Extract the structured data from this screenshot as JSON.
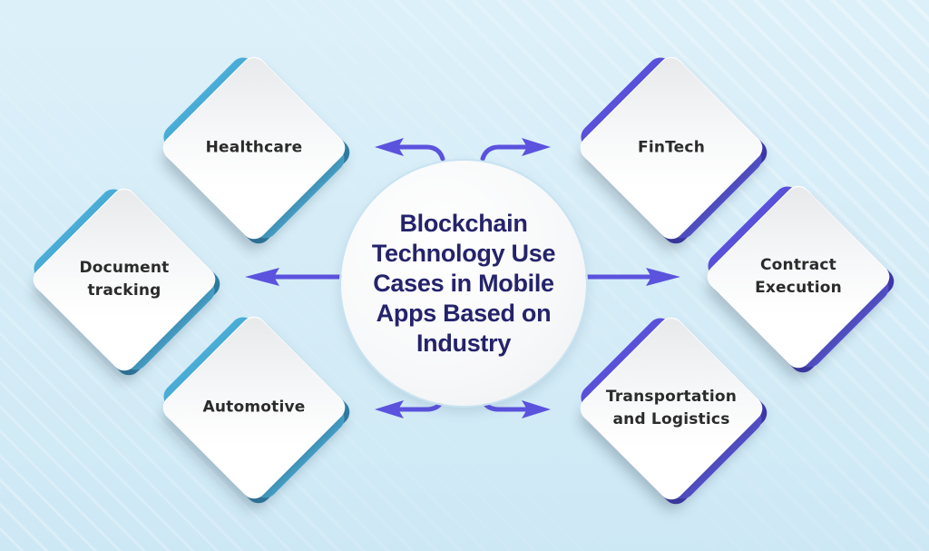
{
  "diagram": {
    "center": {
      "title": "Blockchain\nTechnology Use\nCases in Mobile\nApps Based on\nIndustry"
    },
    "nodes": [
      {
        "id": "healthcare",
        "label": "Healthcare",
        "side": "left",
        "position": "top",
        "color": "#4aaed8"
      },
      {
        "id": "document-tracking",
        "label": "Document\ntracking",
        "side": "left",
        "position": "middle",
        "color": "#4aaed8"
      },
      {
        "id": "automotive",
        "label": "Automotive",
        "side": "left",
        "position": "bottom",
        "color": "#4aaed8"
      },
      {
        "id": "fintech",
        "label": "FinTech",
        "side": "right",
        "position": "top",
        "color": "#5a52dc"
      },
      {
        "id": "contract-execution",
        "label": "Contract\nExecution",
        "side": "right",
        "position": "middle",
        "color": "#5a52dc"
      },
      {
        "id": "transportation-logistics",
        "label": "Transportation\nand Logistics",
        "side": "right",
        "position": "bottom",
        "color": "#5a52dc"
      }
    ],
    "arrows": [
      {
        "from": "center",
        "to": "healthcare",
        "style": "curved"
      },
      {
        "from": "center",
        "to": "fintech",
        "style": "curved"
      },
      {
        "from": "center",
        "to": "document-tracking",
        "style": "straight"
      },
      {
        "from": "center",
        "to": "contract-execution",
        "style": "straight"
      },
      {
        "from": "center",
        "to": "automotive",
        "style": "curved"
      },
      {
        "from": "center",
        "to": "transportation-logistics",
        "style": "curved"
      }
    ],
    "colors": {
      "arrow": "#5b52de",
      "left_accent": "#4aaed8",
      "right_accent": "#5a52dc",
      "title_text": "#24236b",
      "node_text": "#2b2b2b",
      "background": "#d6edf8"
    }
  }
}
